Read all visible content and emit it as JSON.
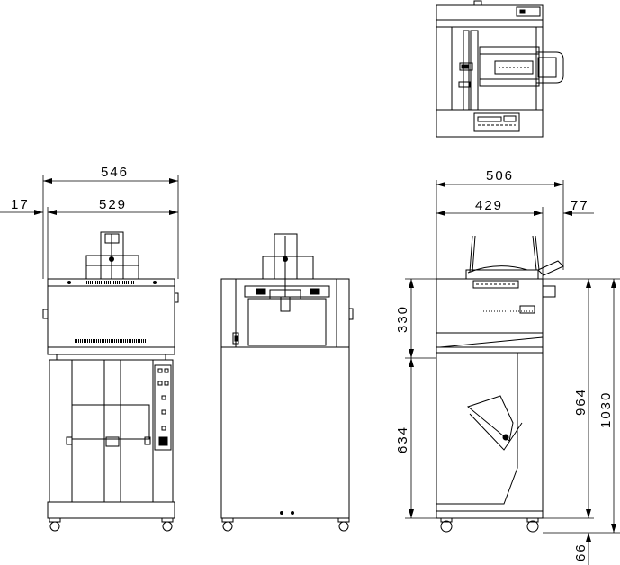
{
  "dimensions": {
    "front_overall_width": "546",
    "front_body_width": "529",
    "front_offset": "17",
    "side_overall_depth": "506",
    "side_body_depth": "429",
    "side_overhang": "77",
    "side_upper_height": "330",
    "side_stand_height": "634",
    "side_body_height": "964",
    "side_total_height": "1030",
    "side_caster_height": "66"
  },
  "views": [
    "top-view",
    "front-view",
    "rear-view",
    "side-view"
  ],
  "colors": {
    "line": "#000000",
    "background": "#ffffff"
  }
}
